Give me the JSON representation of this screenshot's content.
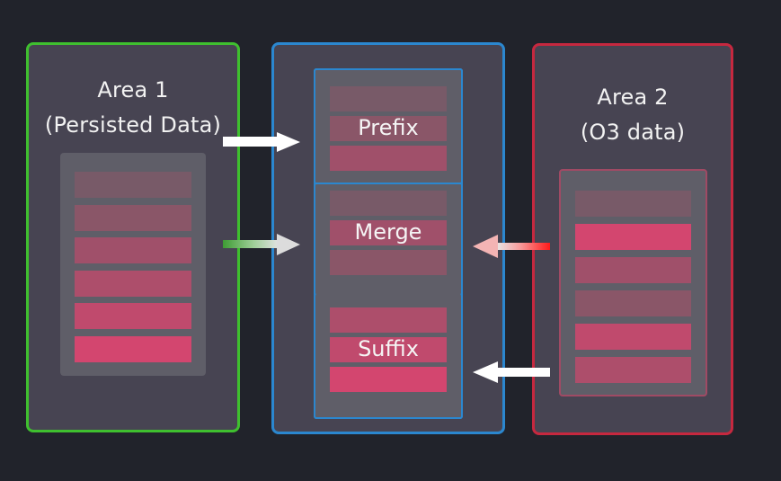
{
  "diagram": {
    "colors": {
      "background": "#21232b",
      "panel": "#474452",
      "stack": "#5f5e68",
      "area1_border": "#3fbf2f",
      "merge_border": "#2b87cf",
      "area2_border": "#c6283f",
      "bar_shades": [
        "#785a68",
        "#8a5668",
        "#a0506a",
        "#ad4e6b",
        "#c04a6d",
        "#d3466f"
      ]
    },
    "area1": {
      "title_line1": "Area 1",
      "title_line2": "(Persisted Data)",
      "bars": [
        0,
        1,
        2,
        3,
        4,
        5
      ]
    },
    "merge_area": {
      "sections": [
        {
          "label": "Prefix",
          "bars": [
            0,
            1,
            2
          ]
        },
        {
          "label": "Merge",
          "bars": [
            0,
            2,
            1
          ]
        },
        {
          "label": "Suffix",
          "bars": [
            3,
            4,
            5
          ]
        }
      ]
    },
    "area2": {
      "title_line1": "Area 2",
      "title_line2": "(O3 data)",
      "bars": [
        0,
        5,
        2,
        1,
        4,
        3
      ]
    },
    "arrows": [
      {
        "name": "area1-to-prefix",
        "direction": "right",
        "style": "solid-white"
      },
      {
        "name": "area1-to-merge",
        "direction": "right",
        "style": "green-gradient"
      },
      {
        "name": "area2-to-merge",
        "direction": "left",
        "style": "red-gradient"
      },
      {
        "name": "area2-to-suffix",
        "direction": "left",
        "style": "solid-white"
      }
    ]
  }
}
